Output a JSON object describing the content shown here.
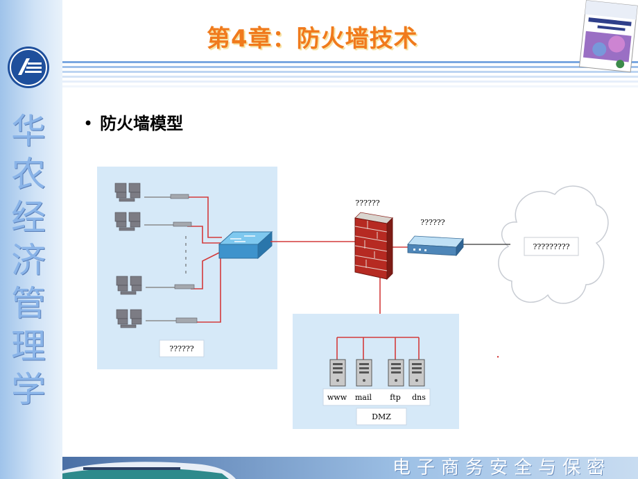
{
  "sidebar": {
    "vertical_title": [
      "华",
      "农",
      "经",
      "济",
      "管",
      "理",
      "学"
    ]
  },
  "header": {
    "title": "第4章：防火墙技术"
  },
  "bullet": {
    "text": "防火墙模型"
  },
  "diagram": {
    "internal_label": "??????",
    "firewall_label": "??????",
    "router_label": "??????",
    "internet_label": "?????????",
    "dmz_label": "DMZ",
    "servers": [
      "www",
      "mail",
      "ftp",
      "dns"
    ]
  },
  "footer": {
    "text": "电子商务安全与保密"
  },
  "colors": {
    "title": "#f07a1c",
    "link_line": "#d33a3a",
    "zone_fill": "#d6e9f8",
    "firewall": "#b62a22"
  }
}
